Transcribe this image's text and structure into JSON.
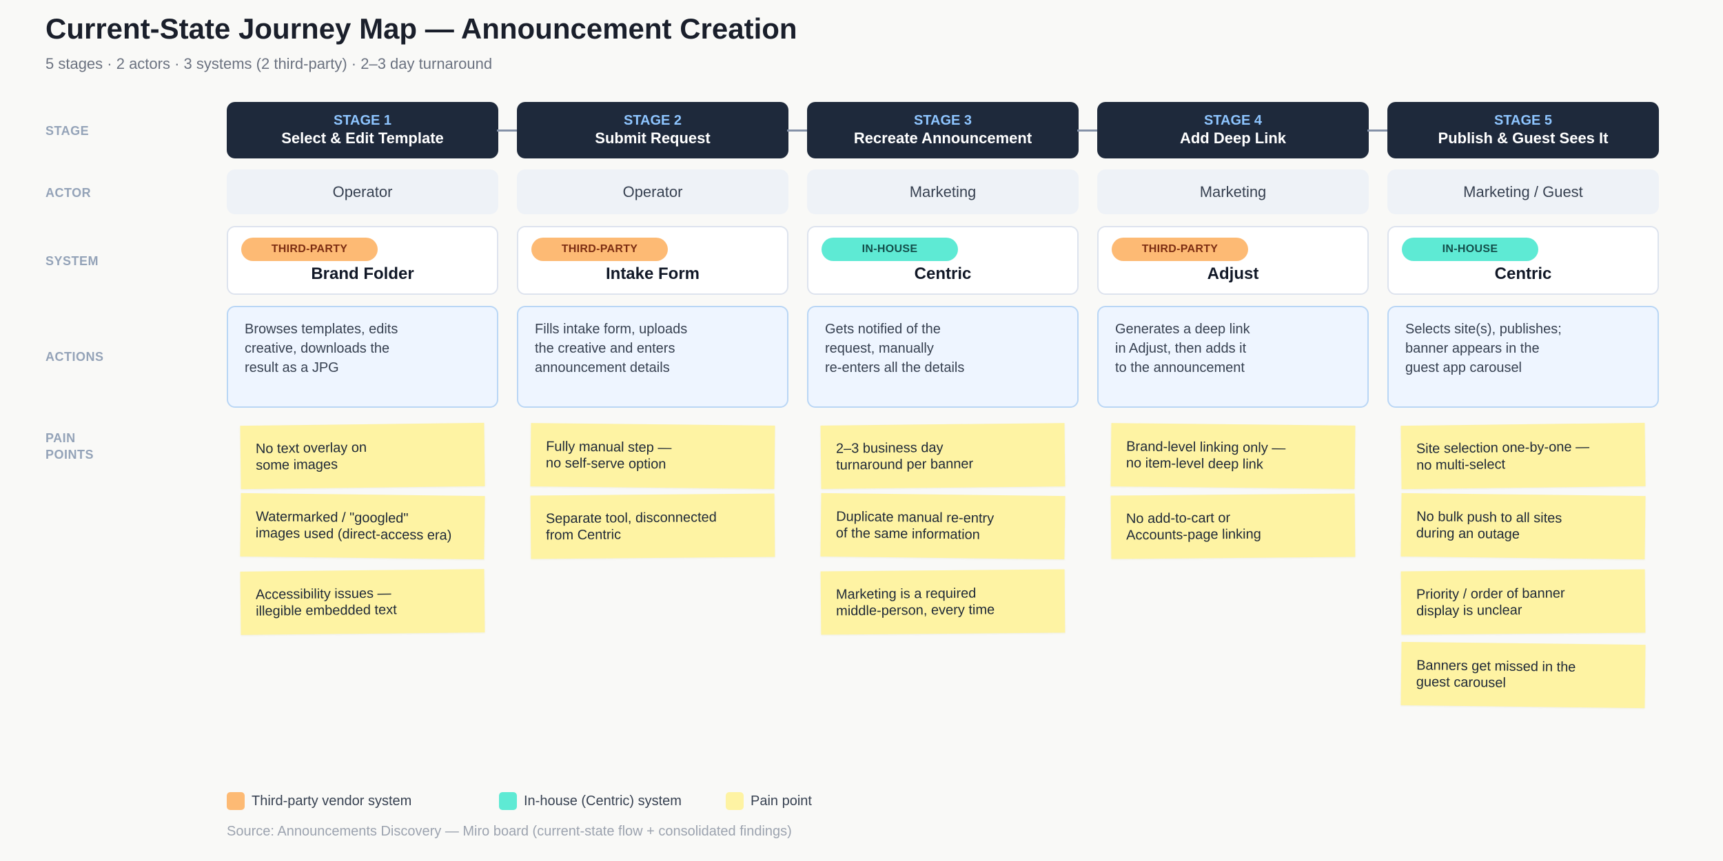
{
  "header": {
    "title": "Current-State Journey Map — Announcement Creation",
    "subtitle": "5 stages · 2 actors · 3 systems (2 third-party) · 2–3 day turnaround"
  },
  "row_labels": {
    "stage": "STAGE",
    "actor": "ACTOR",
    "system": "SYSTEM",
    "actions": "ACTIONS",
    "pain_points_line1": "PAIN",
    "pain_points_line2": "POINTS"
  },
  "colors": {
    "stage_header": "#1e293b",
    "stage_number": "#8ec5ff",
    "third_party": "#fdba74",
    "in_house": "#5eead4",
    "pain_point": "#fef3a3",
    "action_fill": "#eef5ff"
  },
  "stages": [
    {
      "number": "STAGE 1",
      "name": "Select & Edit Template",
      "actor": "Operator",
      "system_type": "THIRD-PARTY",
      "system": "Brand Folder",
      "actions": "Browses templates, edits\ncreative, downloads the\nresult as a JPG",
      "pain_points": [
        "No text overlay on\nsome images",
        "Watermarked / \"googled\"\nimages used (direct-access era)",
        "Accessibility issues —\nillegible embedded text"
      ]
    },
    {
      "number": "STAGE 2",
      "name": "Submit Request",
      "actor": "Operator",
      "system_type": "THIRD-PARTY",
      "system": "Intake Form",
      "actions": "Fills intake form, uploads\nthe creative and enters\nannouncement details",
      "pain_points": [
        "Fully manual step —\nno self-serve option",
        "Separate tool, disconnected\nfrom Centric"
      ]
    },
    {
      "number": "STAGE 3",
      "name": "Recreate Announcement",
      "actor": "Marketing",
      "system_type": "IN-HOUSE",
      "system": "Centric",
      "actions": "Gets notified of the\nrequest, manually\nre-enters all the details",
      "pain_points": [
        "2–3 business day\nturnaround per banner",
        "Duplicate manual re-entry\nof the same information",
        "Marketing is a required\nmiddle-person, every time"
      ]
    },
    {
      "number": "STAGE 4",
      "name": "Add Deep Link",
      "actor": "Marketing",
      "system_type": "THIRD-PARTY",
      "system": "Adjust",
      "actions": "Generates a deep link\nin Adjust, then adds it\nto the announcement",
      "pain_points": [
        "Brand-level linking only —\nno item-level deep link",
        "No add-to-cart or\nAccounts-page linking"
      ]
    },
    {
      "number": "STAGE 5",
      "name": "Publish & Guest Sees It",
      "actor": "Marketing / Guest",
      "system_type": "IN-HOUSE",
      "system": "Centric",
      "actions": "Selects site(s), publishes;\nbanner appears in the\nguest app carousel",
      "pain_points": [
        "Site selection one-by-one —\nno multi-select",
        "No bulk push to all sites\nduring an outage",
        "Priority / order of banner\ndisplay is unclear",
        "Banners get missed in the\nguest carousel"
      ]
    }
  ],
  "legend": [
    {
      "label": "Third-party vendor system",
      "color": "#fdba74"
    },
    {
      "label": "In-house (Centric) system",
      "color": "#5eead4"
    },
    {
      "label": "Pain point",
      "color": "#fef3a3"
    }
  ],
  "source": "Source: Announcements Discovery — Miro board (current-state flow + consolidated findings)"
}
